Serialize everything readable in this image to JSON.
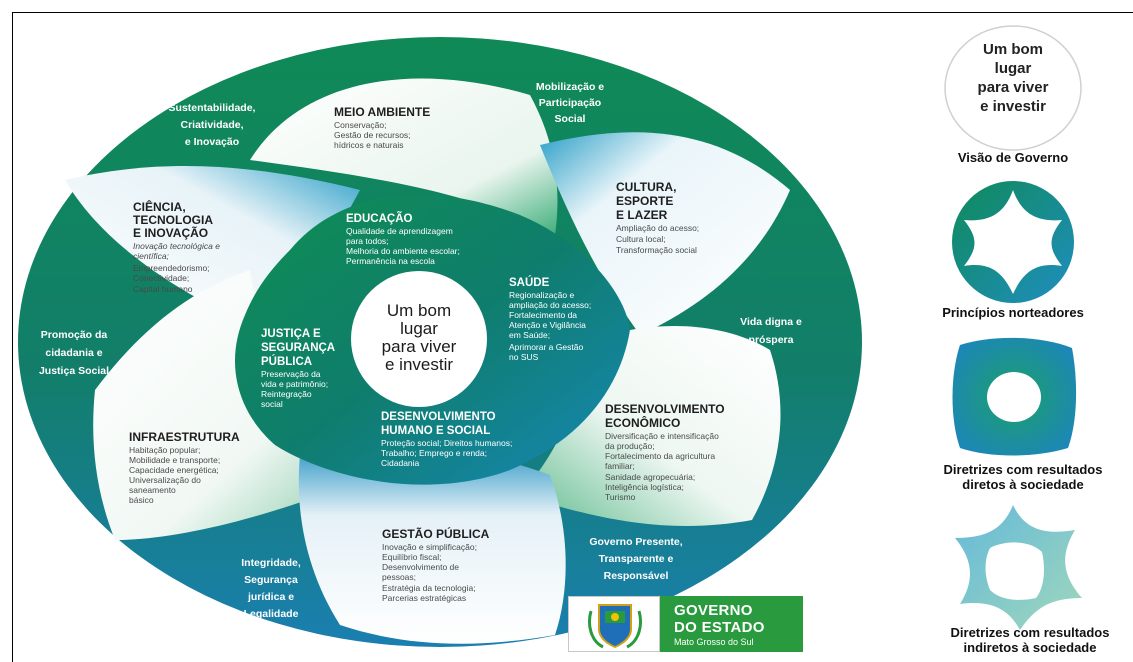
{
  "center": {
    "lines": [
      "Um bom",
      "lugar",
      "para viver",
      "e investir"
    ]
  },
  "outer_labels": {
    "top_left": [
      "Sustentabilidade,",
      "Criatividade,",
      "e Inovação"
    ],
    "top_right": [
      "Mobilização e",
      "Participação",
      "Social"
    ],
    "left": [
      "Promoção da",
      "cidadania e",
      "Justiça Social"
    ],
    "right": [
      "Vida digna e",
      "próspera"
    ],
    "bottom_left": [
      "Integridade,",
      "Segurança",
      "jurídica e",
      "Legalidade"
    ],
    "bottom_right": [
      "Governo Presente,",
      "Transparente e",
      "Responsável"
    ]
  },
  "petals": {
    "meio_ambiente": {
      "title": [
        "MEIO AMBIENTE"
      ],
      "items": [
        "Conservação;",
        "Gestão de recursos;",
        "hídricos e naturais"
      ]
    },
    "ciencia": {
      "title": [
        "CIÊNCIA,",
        "TECNOLOGIA",
        "E INOVAÇÃO"
      ],
      "items": [
        "Inovação tecnológica e",
        "científica;",
        "Empreendedorismo;",
        "Conectividade;",
        "Capital humano"
      ]
    },
    "cultura": {
      "title": [
        "CULTURA,",
        "ESPORTE",
        "E LAZER"
      ],
      "items": [
        "Ampliação do acesso;",
        "Cultura local;",
        "Transformação social"
      ]
    },
    "infraestrutura": {
      "title": [
        "INFRAESTRUTURA"
      ],
      "items": [
        "Habitação popular;",
        "Mobilidade e transporte;",
        "Capacidade energética;",
        "Universalização do",
        "saneamento",
        "básico"
      ]
    },
    "desenvolvimento_economico": {
      "title": [
        "DESENVOLVIMENTO",
        "ECONÔMICO"
      ],
      "items": [
        "Diversificação e intensificação",
        "da produção;",
        "Fortalecimento da agricultura",
        "familiar;",
        "Sanidade agropecuária;",
        "Inteligência logística;",
        "Turismo"
      ]
    },
    "gestao_publica": {
      "title": [
        "GESTÃO PÚBLICA"
      ],
      "items": [
        "Inovação e simplificação;",
        "Equilíbrio fiscal;",
        "Desenvolvimento de",
        "pessoas;",
        "Estratégia da tecnologia;",
        "Parcerias estratégicas"
      ]
    }
  },
  "inner": {
    "educacao": {
      "title": [
        "EDUCAÇÃO"
      ],
      "items": [
        "Qualidade de aprendizagem",
        "para todos;",
        "Melhoria do ambiente escolar;",
        "Permanência na escola"
      ]
    },
    "saude": {
      "title": [
        "SAÚDE"
      ],
      "items": [
        "Regionalização e",
        "ampliação do acesso;",
        "Fortalecimento da",
        "Atenção e Vigilância",
        "em Saúde;",
        "Aprimorar a Gestão",
        "no SUS"
      ]
    },
    "justica": {
      "title": [
        "JUSTIÇA E",
        "SEGURANÇA",
        "PÚBLICA"
      ],
      "items": [
        "Preservação da",
        "vida e patrimônio;",
        "Reintegração",
        "social"
      ]
    },
    "desenvolvimento_humano": {
      "title": [
        "DESENVOLVIMENTO",
        "HUMANO E SOCIAL"
      ],
      "items": [
        "Proteção social; Direitos humanos;",
        "Trabalho; Emprego e renda;",
        "Cidadania"
      ]
    }
  },
  "legend": {
    "vision_circle": [
      "Um bom",
      "lugar",
      "para viver",
      "e investir"
    ],
    "vision_caption": "Visão de Governo",
    "principles_caption": "Princípios norteadores",
    "direct_caption": [
      "Diretrizes com resultados",
      "diretos à sociedade"
    ],
    "indirect_caption": [
      "Diretrizes com resultados",
      "indiretos à sociedade"
    ]
  },
  "logo": {
    "line1": "GOVERNO",
    "line2": "DO ESTADO",
    "line3": "Mato Grosso do Sul"
  },
  "colors": {
    "dark_green": "#0e7a55",
    "teal": "#148a9e",
    "blue": "#1f8fc0",
    "light_green": "#6cc396",
    "logo_green": "#2a9a3e"
  }
}
